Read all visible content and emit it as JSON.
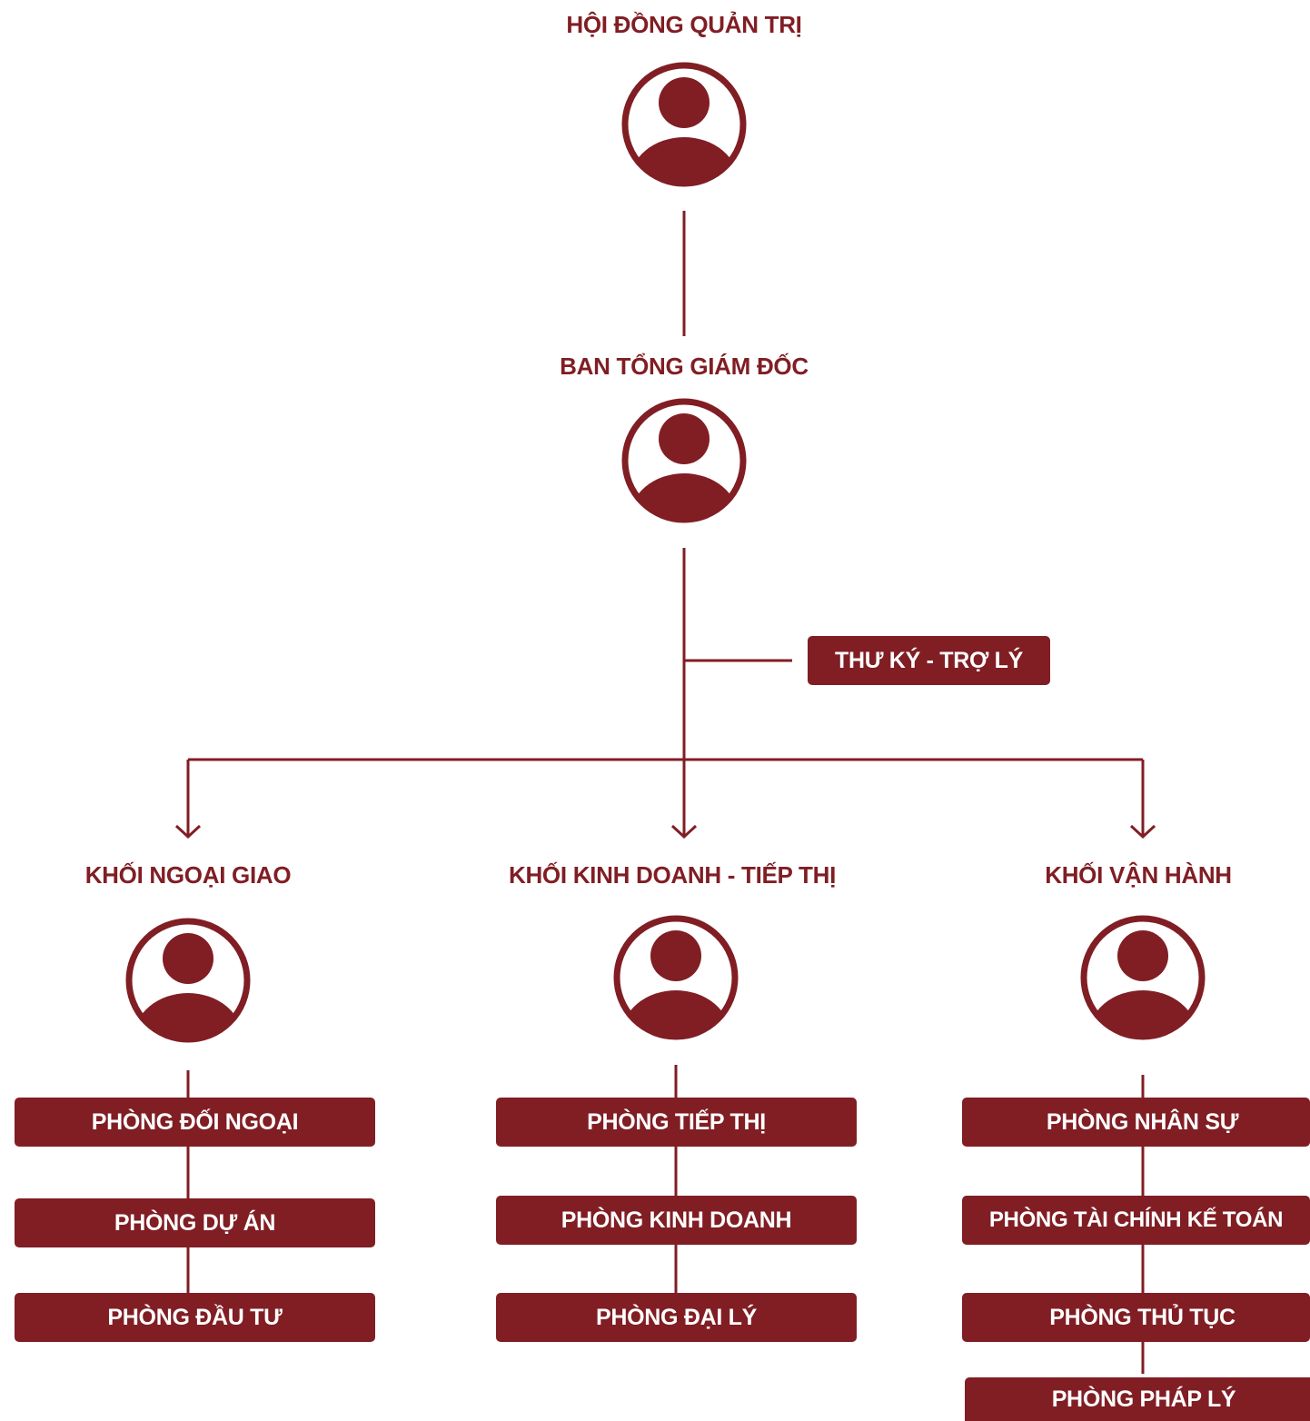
{
  "colors": {
    "primary": "#801e24",
    "background": "#ffffff"
  },
  "board": {
    "title": "HỘI ĐỒNG QUẢN TRỊ",
    "icon": "user-avatar-icon"
  },
  "management": {
    "title": "BAN TỔNG GIÁM ĐỐC",
    "icon": "user-avatar-icon"
  },
  "assistant": {
    "label": "THƯ KÝ - TRỢ LÝ"
  },
  "blocks": [
    {
      "title": "KHỐI NGOẠI GIAO",
      "icon": "user-avatar-icon",
      "departments": [
        "PHÒNG ĐỐI NGOẠI",
        "PHÒNG DỰ ÁN",
        "PHÒNG ĐẦU TƯ"
      ]
    },
    {
      "title": "KHỐI KINH DOANH - TIẾP THỊ",
      "icon": "user-avatar-icon",
      "departments": [
        "PHÒNG TIẾP THỊ",
        "PHÒNG KINH DOANH",
        "PHÒNG ĐẠI LÝ"
      ]
    },
    {
      "title": "KHỐI VẬN HÀNH",
      "icon": "user-avatar-icon",
      "departments": [
        "PHÒNG NHÂN SỰ",
        "PHÒNG TÀI CHÍNH KẾ TOÁN",
        "PHÒNG THỦ TỤC",
        "PHÒNG PHÁP LÝ"
      ]
    }
  ]
}
